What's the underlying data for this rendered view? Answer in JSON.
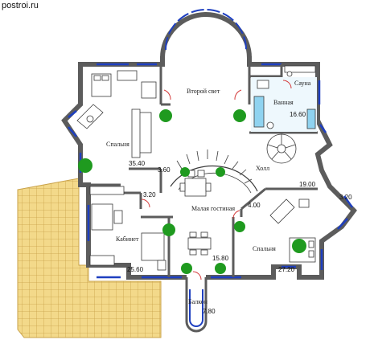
{
  "watermark": "postroi.ru",
  "rooms": {
    "second_light": "Второй свет",
    "bathroom": "Ванная",
    "sauna": "Сауна",
    "bedroom_left": "Спальня",
    "hall": "Холл",
    "small_living": "Малая гостиная",
    "study": "Кабинет",
    "bedroom_right": "Спальня",
    "balcony": "Балкон"
  },
  "areas": {
    "bathroom": "16.60",
    "bedroom_left": "35.40",
    "passage_1": "3.60",
    "passage_2": "3.20",
    "right_room": "19.00",
    "right_passage": "3.20",
    "hall_passage": "4.00",
    "study": "25.60",
    "small_living": "15.80",
    "bedroom_right": "27.20",
    "balcony": "7.80"
  },
  "colors": {
    "wall": "#5c5c5c",
    "wall_fill": "#d9d9d9",
    "window": "#1e3fc0",
    "roof": "#f3d98a",
    "roof_line": "#c9a24a",
    "plant": "#1f9a1f",
    "bath": "#8fd3f0",
    "door": "#d43a3a"
  }
}
